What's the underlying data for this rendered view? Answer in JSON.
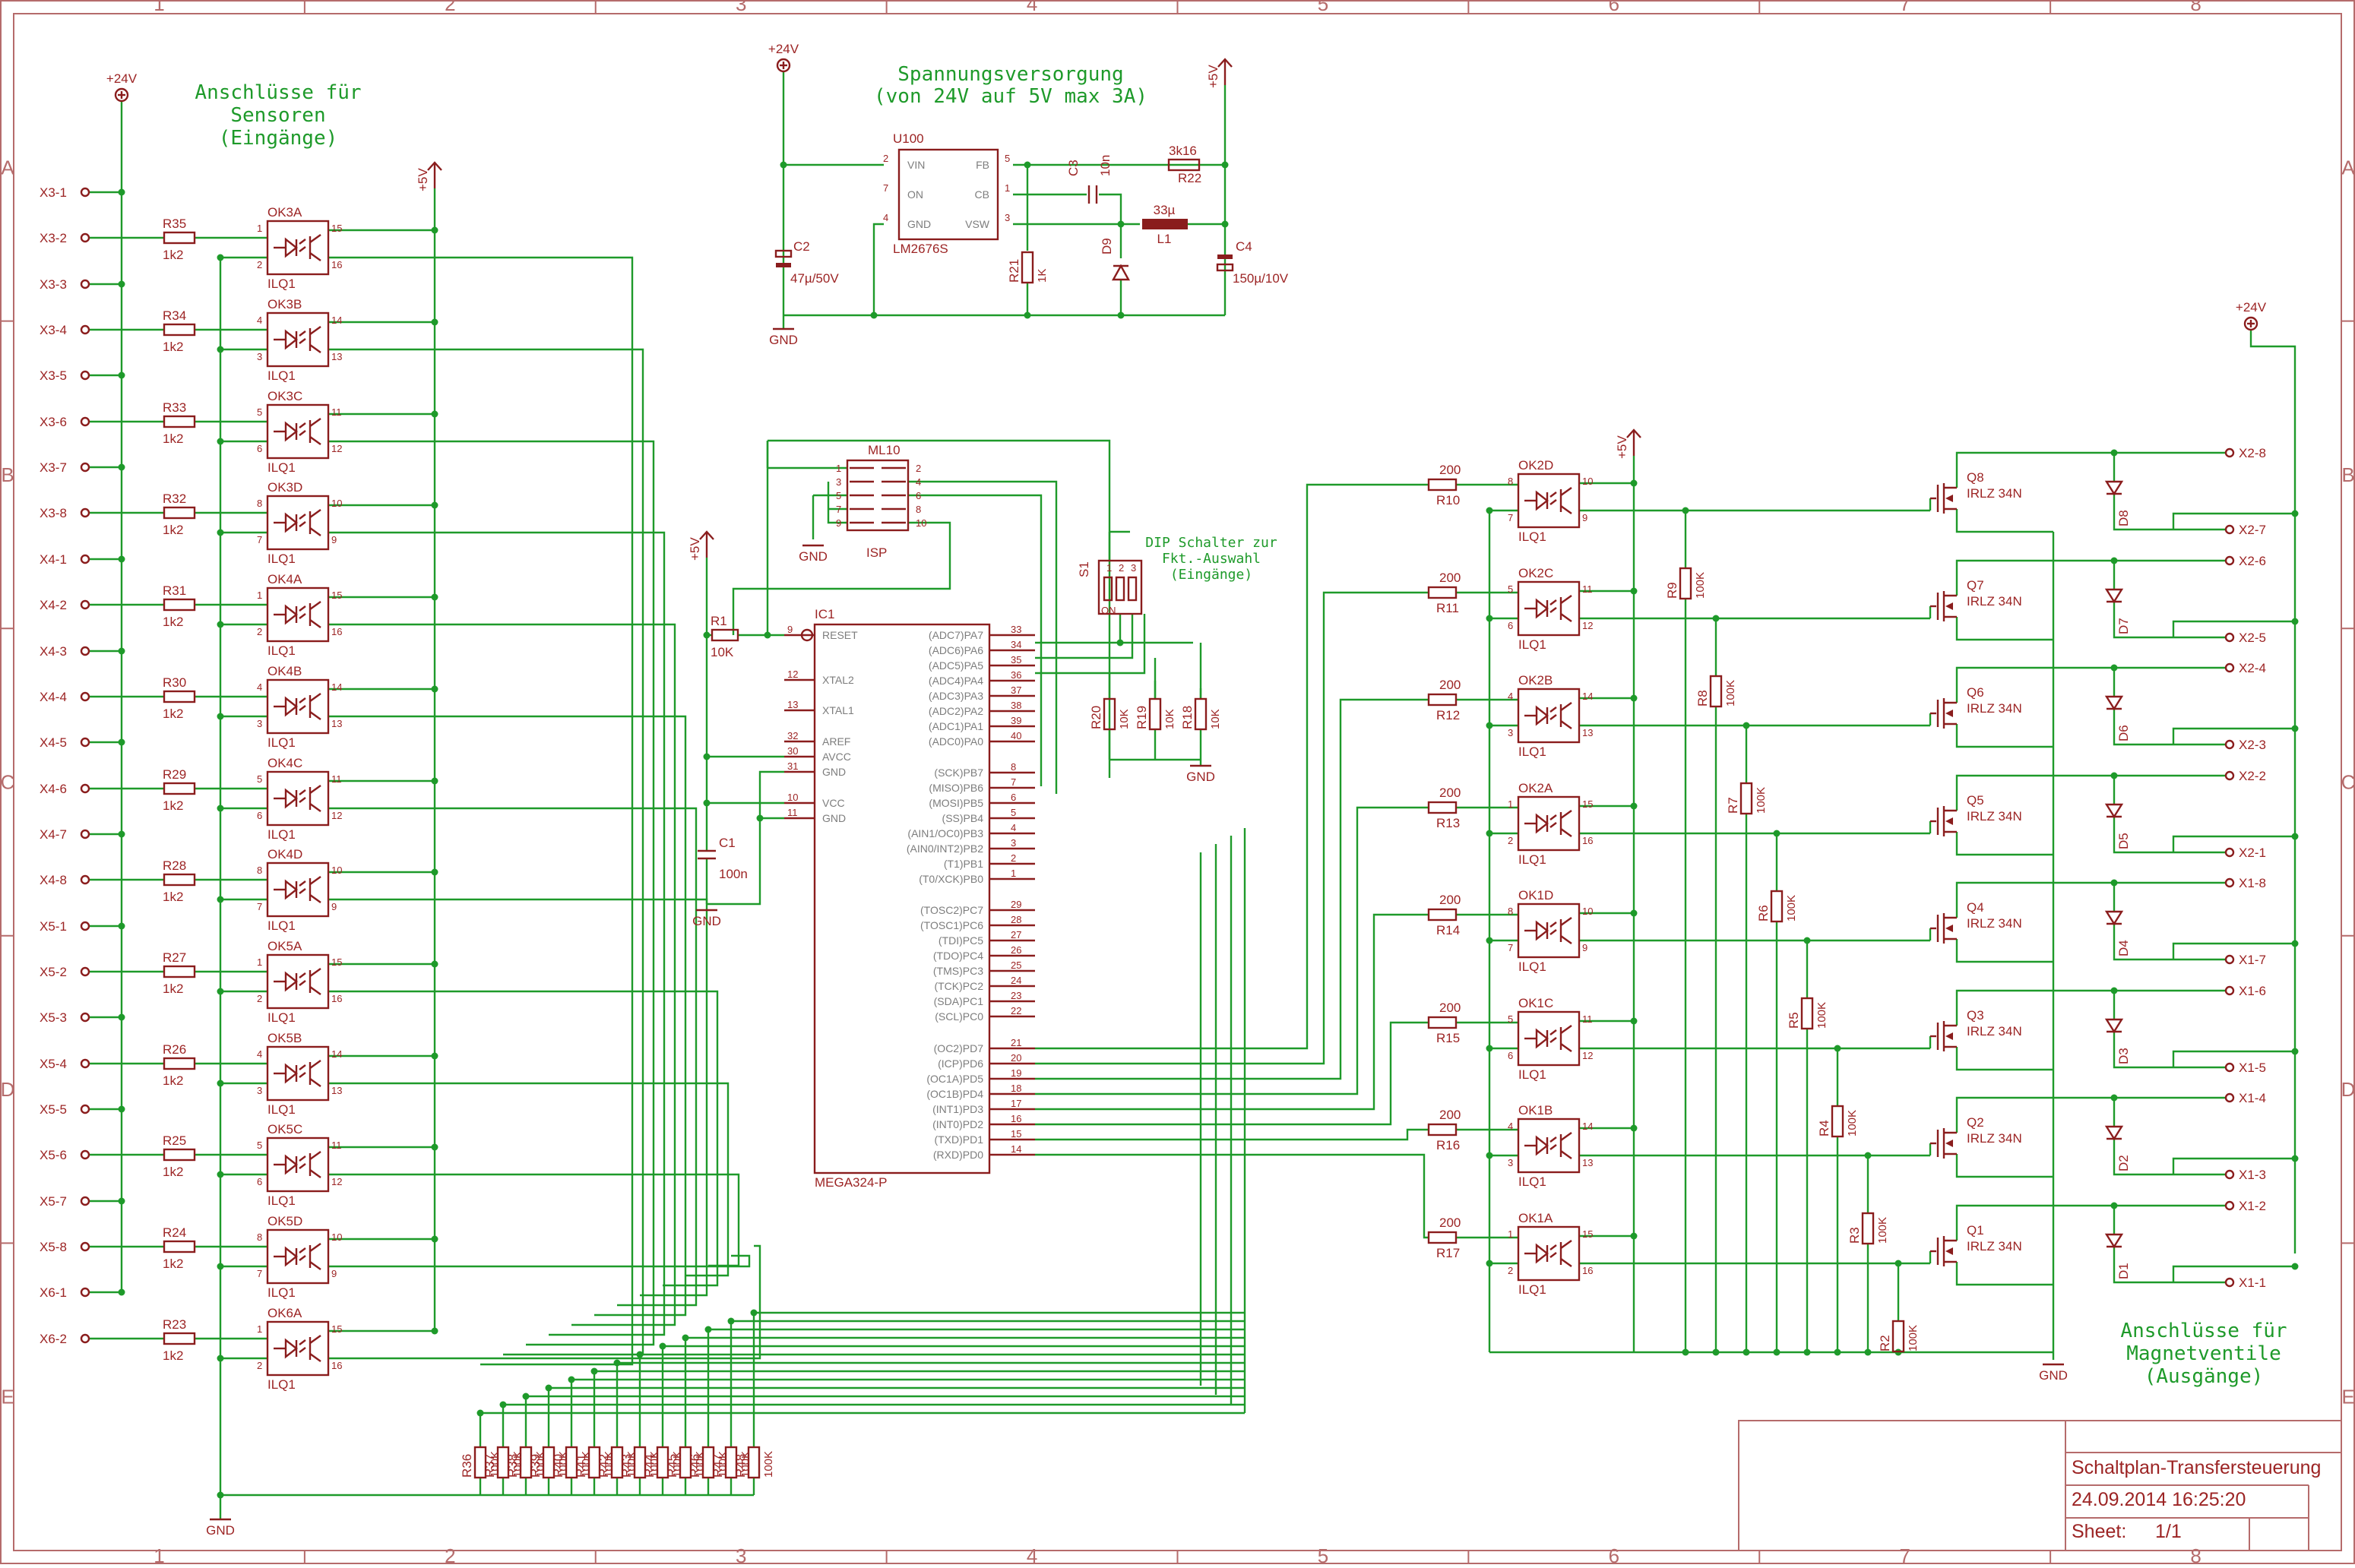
{
  "frame": {
    "columns": [
      "1",
      "2",
      "3",
      "4",
      "5",
      "6",
      "7",
      "8"
    ],
    "rows": [
      "A",
      "B",
      "C",
      "D",
      "E"
    ]
  },
  "headings": {
    "sensors": [
      "Anschlüsse für",
      "Sensoren",
      "(Eingänge)"
    ],
    "power": [
      "Spannungsversorgung",
      "(von 24V auf 5V max 3A)"
    ],
    "valves": [
      "Anschlüsse für",
      "Magnetventile",
      "(Ausgänge)"
    ],
    "dip": [
      "DIP Schalter zur",
      "Fkt.-Auswahl",
      "(Eingänge)"
    ]
  },
  "title_block": {
    "title": "Schaltplan-Transfersteuerung",
    "date": "24.09.2014 16:25:20",
    "sheet_label": "Sheet:",
    "sheet_value": "1/1"
  },
  "rails": {
    "p24": "+24V",
    "p5": "+5V",
    "gnd": "GND"
  },
  "input_terminals": [
    "X3-1",
    "X3-2",
    "X3-3",
    "X3-4",
    "X3-5",
    "X3-6",
    "X3-7",
    "X3-8",
    "X4-1",
    "X4-2",
    "X4-3",
    "X4-4",
    "X4-5",
    "X4-6",
    "X4-7",
    "X4-8",
    "X5-1",
    "X5-2",
    "X5-3",
    "X5-4",
    "X5-5",
    "X5-6",
    "X5-7",
    "X5-8",
    "X6-1",
    "X6-2"
  ],
  "input_resistors": [
    {
      "name": "R35",
      "value": "1k2"
    },
    {
      "name": "R34",
      "value": "1k2"
    },
    {
      "name": "R33",
      "value": "1k2"
    },
    {
      "name": "R32",
      "value": "1k2"
    },
    {
      "name": "R31",
      "value": "1k2"
    },
    {
      "name": "R30",
      "value": "1k2"
    },
    {
      "name": "R29",
      "value": "1k2"
    },
    {
      "name": "R28",
      "value": "1k2"
    },
    {
      "name": "R27",
      "value": "1k2"
    },
    {
      "name": "R26",
      "value": "1k2"
    },
    {
      "name": "R25",
      "value": "1k2"
    },
    {
      "name": "R24",
      "value": "1k2"
    },
    {
      "name": "R23",
      "value": "1k2"
    }
  ],
  "input_couplers": [
    {
      "name": "OK3A",
      "part": "ILQ1",
      "pa": "1",
      "pb": "2",
      "pc": "15",
      "pd": "16"
    },
    {
      "name": "OK3B",
      "part": "ILQ1",
      "pa": "4",
      "pb": "3",
      "pc": "14",
      "pd": "13"
    },
    {
      "name": "OK3C",
      "part": "ILQ1",
      "pa": "5",
      "pb": "6",
      "pc": "11",
      "pd": "12"
    },
    {
      "name": "OK3D",
      "part": "ILQ1",
      "pa": "8",
      "pb": "7",
      "pc": "10",
      "pd": "9"
    },
    {
      "name": "OK4A",
      "part": "ILQ1",
      "pa": "1",
      "pb": "2",
      "pc": "15",
      "pd": "16"
    },
    {
      "name": "OK4B",
      "part": "ILQ1",
      "pa": "4",
      "pb": "3",
      "pc": "14",
      "pd": "13"
    },
    {
      "name": "OK4C",
      "part": "ILQ1",
      "pa": "5",
      "pb": "6",
      "pc": "11",
      "pd": "12"
    },
    {
      "name": "OK4D",
      "part": "ILQ1",
      "pa": "8",
      "pb": "7",
      "pc": "10",
      "pd": "9"
    },
    {
      "name": "OK5A",
      "part": "ILQ1",
      "pa": "1",
      "pb": "2",
      "pc": "15",
      "pd": "16"
    },
    {
      "name": "OK5B",
      "part": "ILQ1",
      "pa": "4",
      "pb": "3",
      "pc": "14",
      "pd": "13"
    },
    {
      "name": "OK5C",
      "part": "ILQ1",
      "pa": "5",
      "pb": "6",
      "pc": "11",
      "pd": "12"
    },
    {
      "name": "OK5D",
      "part": "ILQ1",
      "pa": "8",
      "pb": "7",
      "pc": "10",
      "pd": "9"
    },
    {
      "name": "OK6A",
      "part": "ILQ1",
      "pa": "1",
      "pb": "2",
      "pc": "15",
      "pd": "16"
    }
  ],
  "pulldowns": [
    {
      "name": "R36",
      "value": "100K"
    },
    {
      "name": "R37",
      "value": "100K"
    },
    {
      "name": "R38",
      "value": "100K"
    },
    {
      "name": "R39",
      "value": "100K"
    },
    {
      "name": "R40",
      "value": "100K"
    },
    {
      "name": "R41",
      "value": "100K"
    },
    {
      "name": "R42",
      "value": "100K"
    },
    {
      "name": "R43",
      "value": "100K"
    },
    {
      "name": "R44",
      "value": "100K"
    },
    {
      "name": "R45",
      "value": "100K"
    },
    {
      "name": "R46",
      "value": "100K"
    },
    {
      "name": "R47",
      "value": "100K"
    },
    {
      "name": "R48",
      "value": "100K"
    }
  ],
  "regulator": {
    "name": "U100",
    "part": "LM2676S",
    "pins_left": [
      {
        "num": "2",
        "label": "VIN"
      },
      {
        "num": "7",
        "label": "ON"
      },
      {
        "num": "4",
        "label": "GND"
      }
    ],
    "pins_right": [
      {
        "num": "5",
        "label": "FB"
      },
      {
        "num": "1",
        "label": "CB"
      },
      {
        "num": "3",
        "label": "VSW"
      }
    ]
  },
  "power_parts": {
    "c2": {
      "name": "C2",
      "value": "47µ/50V"
    },
    "c3": {
      "name": "C3",
      "value": "10n"
    },
    "r22": {
      "name": "R22",
      "value": "3k16"
    },
    "l1": {
      "name": "L1",
      "value": "33µ"
    },
    "c4": {
      "name": "C4",
      "value": "150µ/10V"
    },
    "r21": {
      "name": "R21",
      "value": "1K"
    },
    "d9": {
      "name": "D9"
    }
  },
  "isp": {
    "name": "ML10",
    "label": "ISP",
    "pins_left": [
      "1",
      "3",
      "5",
      "7",
      "9"
    ],
    "pins_right": [
      "2",
      "4",
      "6",
      "8",
      "10"
    ]
  },
  "mcu": {
    "name": "IC1",
    "part": "MEGA324-P",
    "left_pins": [
      {
        "num": "9",
        "label": "RESET"
      },
      {
        "num": "12",
        "label": "XTAL2"
      },
      {
        "num": "13",
        "label": "XTAL1"
      },
      {
        "num": "32",
        "label": "AREF"
      },
      {
        "num": "30",
        "label": "AVCC"
      },
      {
        "num": "31",
        "label": "GND"
      },
      {
        "num": "10",
        "label": "VCC"
      },
      {
        "num": "11",
        "label": "GND"
      }
    ],
    "right_pins": [
      {
        "num": "33",
        "label": "(ADC7)PA7"
      },
      {
        "num": "34",
        "label": "(ADC6)PA6"
      },
      {
        "num": "35",
        "label": "(ADC5)PA5"
      },
      {
        "num": "36",
        "label": "(ADC4)PA4"
      },
      {
        "num": "37",
        "label": "(ADC3)PA3"
      },
      {
        "num": "38",
        "label": "(ADC2)PA2"
      },
      {
        "num": "39",
        "label": "(ADC1)PA1"
      },
      {
        "num": "40",
        "label": "(ADC0)PA0"
      },
      {
        "num": "8",
        "label": "(SCK)PB7"
      },
      {
        "num": "7",
        "label": "(MISO)PB6"
      },
      {
        "num": "6",
        "label": "(MOSI)PB5"
      },
      {
        "num": "5",
        "label": "(SS)PB4"
      },
      {
        "num": "4",
        "label": "(AIN1/OC0)PB3"
      },
      {
        "num": "3",
        "label": "(AIN0/INT2)PB2"
      },
      {
        "num": "2",
        "label": "(T1)PB1"
      },
      {
        "num": "1",
        "label": "(T0/XCK)PB0"
      },
      {
        "num": "29",
        "label": "(TOSC2)PC7"
      },
      {
        "num": "28",
        "label": "(TOSC1)PC6"
      },
      {
        "num": "27",
        "label": "(TDI)PC5"
      },
      {
        "num": "26",
        "label": "(TDO)PC4"
      },
      {
        "num": "25",
        "label": "(TMS)PC3"
      },
      {
        "num": "24",
        "label": "(TCK)PC2"
      },
      {
        "num": "23",
        "label": "(SDA)PC1"
      },
      {
        "num": "22",
        "label": "(SCL)PC0"
      },
      {
        "num": "21",
        "label": "(OC2)PD7"
      },
      {
        "num": "20",
        "label": "(ICP)PD6"
      },
      {
        "num": "19",
        "label": "(OC1A)PD5"
      },
      {
        "num": "18",
        "label": "(OC1B)PD4"
      },
      {
        "num": "17",
        "label": "(INT1)PD3"
      },
      {
        "num": "16",
        "label": "(INT0)PD2"
      },
      {
        "num": "15",
        "label": "(TXD)PD1"
      },
      {
        "num": "14",
        "label": "(RXD)PD0"
      }
    ]
  },
  "mcu_support": {
    "r1": {
      "name": "R1",
      "value": "10K"
    },
    "c1": {
      "name": "C1",
      "value": "100n"
    },
    "s1": {
      "name": "S1",
      "switch_nums": [
        "1",
        "2",
        "3"
      ],
      "on_label": "ON"
    },
    "dip_resistors": [
      {
        "name": "R20",
        "value": "10K"
      },
      {
        "name": "R19",
        "value": "10K"
      },
      {
        "name": "R18",
        "value": "10K"
      }
    ]
  },
  "output_resistors": [
    {
      "name": "R10",
      "value": "200"
    },
    {
      "name": "R11",
      "value": "200"
    },
    {
      "name": "R12",
      "value": "200"
    },
    {
      "name": "R13",
      "value": "200"
    },
    {
      "name": "R14",
      "value": "200"
    },
    {
      "name": "R15",
      "value": "200"
    },
    {
      "name": "R16",
      "value": "200"
    },
    {
      "name": "R17",
      "value": "200"
    }
  ],
  "output_couplers": [
    {
      "name": "OK2D",
      "part": "ILQ1",
      "pa": "8",
      "pb": "7",
      "pc": "10",
      "pd": "9"
    },
    {
      "name": "OK2C",
      "part": "ILQ1",
      "pa": "5",
      "pb": "6",
      "pc": "11",
      "pd": "12"
    },
    {
      "name": "OK2B",
      "part": "ILQ1",
      "pa": "4",
      "pb": "3",
      "pc": "14",
      "pd": "13"
    },
    {
      "name": "OK2A",
      "part": "ILQ1",
      "pa": "1",
      "pb": "2",
      "pc": "15",
      "pd": "16"
    },
    {
      "name": "OK1D",
      "part": "ILQ1",
      "pa": "8",
      "pb": "7",
      "pc": "10",
      "pd": "9"
    },
    {
      "name": "OK1C",
      "part": "ILQ1",
      "pa": "5",
      "pb": "6",
      "pc": "11",
      "pd": "12"
    },
    {
      "name": "OK1B",
      "part": "ILQ1",
      "pa": "4",
      "pb": "3",
      "pc": "14",
      "pd": "13"
    },
    {
      "name": "OK1A",
      "part": "ILQ1",
      "pa": "1",
      "pb": "2",
      "pc": "15",
      "pd": "16"
    }
  ],
  "gate_resistors": [
    {
      "name": "R9",
      "value": "100K"
    },
    {
      "name": "R8",
      "value": "100K"
    },
    {
      "name": "R7",
      "value": "100K"
    },
    {
      "name": "R6",
      "value": "100K"
    },
    {
      "name": "R5",
      "value": "100K"
    },
    {
      "name": "R4",
      "value": "100K"
    },
    {
      "name": "R3",
      "value": "100K"
    },
    {
      "name": "R2",
      "value": "100K"
    }
  ],
  "mosfets": [
    {
      "name": "Q8",
      "part": "IRLZ 34N"
    },
    {
      "name": "Q7",
      "part": "IRLZ 34N"
    },
    {
      "name": "Q6",
      "part": "IRLZ 34N"
    },
    {
      "name": "Q5",
      "part": "IRLZ 34N"
    },
    {
      "name": "Q4",
      "part": "IRLZ 34N"
    },
    {
      "name": "Q3",
      "part": "IRLZ 34N"
    },
    {
      "name": "Q2",
      "part": "IRLZ 34N"
    },
    {
      "name": "Q1",
      "part": "IRLZ 34N"
    }
  ],
  "diodes": [
    "D8",
    "D7",
    "D6",
    "D5",
    "D4",
    "D3",
    "D2",
    "D1"
  ],
  "output_terminals": [
    {
      "top": "X2-8",
      "bottom": "X2-7"
    },
    {
      "top": "X2-6",
      "bottom": "X2-5"
    },
    {
      "top": "X2-4",
      "bottom": "X2-3"
    },
    {
      "top": "X2-2",
      "bottom": "X2-1"
    },
    {
      "top": "X1-8",
      "bottom": "X1-7"
    },
    {
      "top": "X1-6",
      "bottom": "X1-5"
    },
    {
      "top": "X1-4",
      "bottom": "X1-3"
    },
    {
      "top": "X1-2",
      "bottom": "X1-1"
    }
  ]
}
